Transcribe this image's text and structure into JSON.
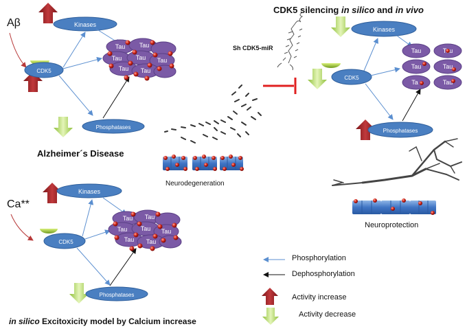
{
  "labels": {
    "abeta": "Aβ",
    "calcium": "Ca**",
    "kinases": "Kinases",
    "phosphatases": "Phosphatases",
    "cdk5": "CDK5",
    "tau": "Tau",
    "tau_partial": "Ta",
    "sh_cdk5": "Sh CDK5-miR"
  },
  "titles": {
    "alzheimers": "Alzheimer´s Disease",
    "cdk5_prefix": "CDK5 silencing",
    "cdk5_in_silico": "in silico",
    "cdk5_and": "and",
    "cdk5_in_vivo": "in vivo",
    "excito_in_silico": "in silico",
    "excito_rest": "Excitoxicity model by Calcium increase",
    "neurodegeneration": "Neurodegeneration",
    "neuroprotection": "Neuroprotection"
  },
  "legend": [
    {
      "icon": "blue-arrow-icon",
      "label": "Phosphorylation"
    },
    {
      "icon": "black-arrow-icon",
      "label": "Dephosphorylation"
    },
    {
      "icon": "red-up-arrow-icon",
      "label": "Activity increase"
    },
    {
      "icon": "green-down-arrow-icon",
      "label": "Activity decrease"
    }
  ],
  "colors": {
    "enzyme_blue": "#4a7fc1",
    "tau_purple": "#7b5aa6",
    "increase_red": "#a8262b",
    "decrease_green": "#b8dc6a",
    "inhibit_red": "#e02020",
    "arrow_blue": "#5b8fd0"
  }
}
